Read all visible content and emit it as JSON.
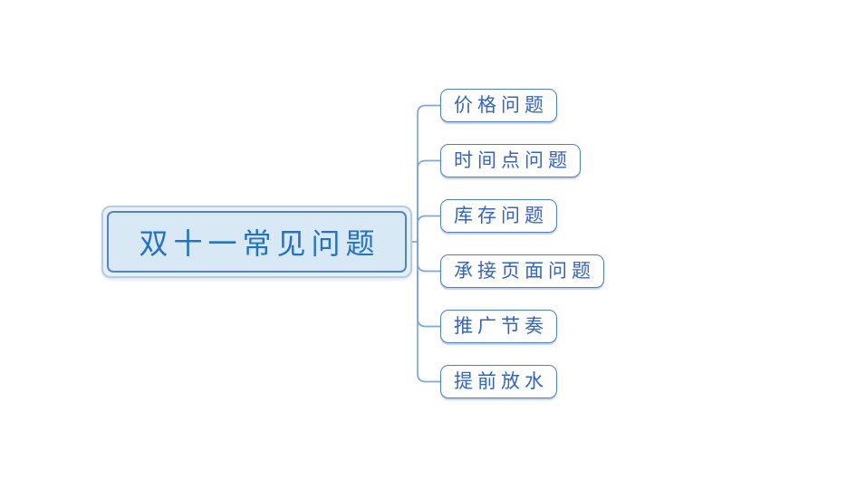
{
  "diagram": {
    "type": "mindmap",
    "root": {
      "label": "双十一常见问题"
    },
    "children": [
      {
        "label": "价格问题"
      },
      {
        "label": "时间点问题"
      },
      {
        "label": "库存问题"
      },
      {
        "label": "承接页面问题"
      },
      {
        "label": "推广节奏"
      },
      {
        "label": "提前放水"
      }
    ],
    "colors": {
      "root_fill": "#d8e9f5",
      "root_border": "#4d86c6",
      "root_halo_border": "#b7cce0",
      "root_text": "#2173c5",
      "child_fill": "#ffffff",
      "child_border": "#4d7fc5",
      "child_text": "#3364c0",
      "connector": "#7ea6d8",
      "background": "#ffffff"
    }
  }
}
